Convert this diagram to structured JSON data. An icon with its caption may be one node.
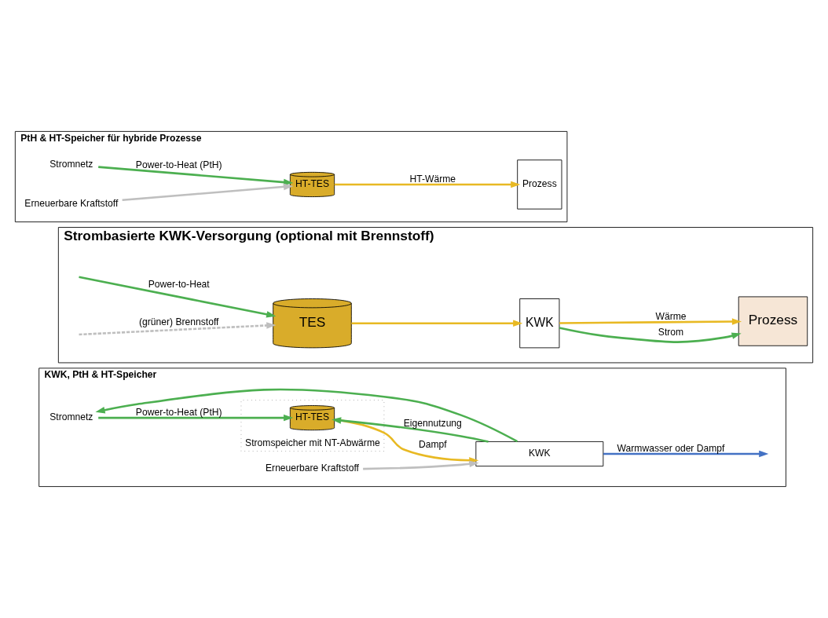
{
  "diagram": {
    "nodes": [
      {
        "text": [
          "PtH & HT-Speicher für hybride Prozesse"
        ]
      },
      {
        "text": [
          "Stromnetz"
        ],
        "in": 0
      },
      {
        "text": [
          "Erneuerbare Kraftstoff"
        ],
        "in": 0
      },
      {
        "text": [
          "HT-TES"
        ],
        "in": 0
      },
      {
        "text": [
          "Prozess"
        ],
        "in": 0
      },
      {
        "text": [
          "Strombasierte KWK-Versorgung (optional mit Brennstoff)"
        ]
      },
      {
        "text": [
          "TES"
        ],
        "in": 5
      },
      {
        "text": [
          "KWK"
        ],
        "in": 5
      },
      {
        "text": [
          "Prozess"
        ],
        "in": 5
      },
      {
        "text": [
          "KWK, PtH & HT-Speicher"
        ]
      },
      {
        "text": [
          "Stromspeicher mit NT-Abwärme"
        ],
        "in": 9
      },
      {
        "text": [
          "Stromnetz"
        ],
        "in": 9
      },
      {
        "text": [
          "HT-TES"
        ],
        "in": 10
      },
      {
        "text": [
          "KWK"
        ],
        "in": 9
      },
      {
        "text": [
          "Erneuerbare Kraftstoff"
        ],
        "in": 9
      }
    ],
    "edges": [
      {
        "from": 1,
        "to": 3,
        "arrow": "to",
        "label": "Power-to-Heat (PtH)"
      },
      {
        "from": 3,
        "to": 4,
        "arrow": "to",
        "label": "HT-Wärme",
        "color": "#e8b923"
      },
      {
        "from": 2,
        "to": 3,
        "arrow": "to",
        "color": "#bfbfbf"
      },
      {
        "from": null,
        "to": 6,
        "arrow": "to",
        "label": "Power-to-Heat"
      },
      {
        "from": null,
        "to": 6,
        "arrow": "to",
        "label": "(grüner) Brennstoff",
        "style": "dashed",
        "color": "#bfbfbf"
      },
      {
        "from": 6,
        "to": 7,
        "arrow": "to",
        "color": "#e8b923"
      },
      {
        "from": 7,
        "to": 8,
        "arrow": "to",
        "label": "Strom"
      },
      {
        "from": 7,
        "to": 8,
        "arrow": "to",
        "label": "Wärme",
        "color": "#e8b923"
      },
      {
        "from": 11,
        "to": 12,
        "arrow": "to",
        "label": "Power-to-Heat (PtH)"
      },
      {
        "from": 13,
        "to": 11,
        "arrow": "to"
      },
      {
        "from": 13,
        "to": 12,
        "arrow": "to",
        "label": "Eigennutzung"
      },
      {
        "from": 12,
        "to": 13,
        "arrow": "to",
        "label": "Dampf",
        "color": "#e8b923"
      },
      {
        "from": 14,
        "to": 13,
        "arrow": "to",
        "color": "#bfbfbf"
      },
      {
        "from": 13,
        "to": null,
        "arrow": "to",
        "label": "Warmwasser oder Dampf",
        "color": "#4472c4"
      }
    ]
  }
}
